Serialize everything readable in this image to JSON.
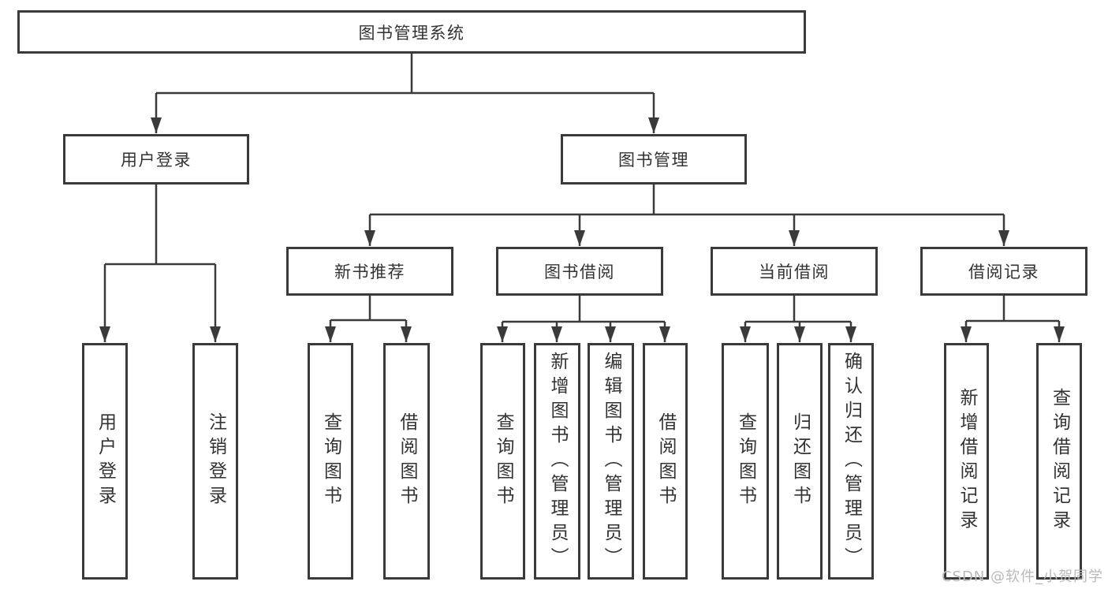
{
  "tree": {
    "root": {
      "label": "图书管理系统",
      "children": [
        {
          "label": "用户登录",
          "children": [
            {
              "label": "用户登录"
            },
            {
              "label": "注销登录"
            }
          ]
        },
        {
          "label": "图书管理",
          "children": [
            {
              "label": "新书推荐",
              "children": [
                {
                  "label": "查询图书"
                },
                {
                  "label": "借阅图书"
                }
              ]
            },
            {
              "label": "图书借阅",
              "children": [
                {
                  "label": "查询图书"
                },
                {
                  "label": "新增图书（管理员）"
                },
                {
                  "label": "编辑图书（管理员）"
                },
                {
                  "label": "借阅图书"
                }
              ]
            },
            {
              "label": "当前借阅",
              "children": [
                {
                  "label": "查询图书"
                },
                {
                  "label": "归还图书"
                },
                {
                  "label": "确认归还（管理员）"
                }
              ]
            },
            {
              "label": "借阅记录",
              "children": [
                {
                  "label": "新增借阅记录"
                },
                {
                  "label": "查询借阅记录"
                }
              ]
            }
          ]
        }
      ]
    }
  },
  "watermark": {
    "text": "CSDN @软件_小贺同学"
  },
  "colors": {
    "line": "#3a3a3a",
    "text": "#333333",
    "watermark": "#b9b9b9"
  }
}
